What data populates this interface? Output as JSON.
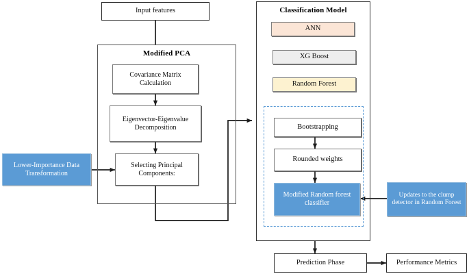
{
  "diagram": {
    "type": "flowchart",
    "title_visible": false,
    "background": "#ffffff",
    "colors": {
      "blue_fill": "#5b9bd5",
      "blue_dashed_border": "#5b9bd5",
      "peach_fill": "#fbe5d6",
      "gray_fill": "#eeeeee",
      "cream_fill": "#fdf2d0",
      "stroke": "#2b2b2b",
      "group_stroke": "#555555"
    }
  },
  "nodes": {
    "input_features": "Input features",
    "modified_pca_title": "Modified PCA",
    "covariance_matrix": "Covariance Matrix Calculation",
    "eigen_decomposition": "Eigenvector-Eigenvalue Decomposition",
    "selecting_pc": "Selecting Principal Components:",
    "lower_importance": "Lower-Importance  Data Transformation",
    "classification_model_title": "Classification Model",
    "ann": "ANN",
    "xg_boost": "XG Boost",
    "random_forest": "Random Forest",
    "bootstrapping": "Bootstrapping",
    "rounded_weights": "Rounded weights",
    "modified_rf_classifier": "Modified Random forest classifier",
    "updates_clump": "Updates to the clump detector in Random Forest",
    "prediction_phase": "Prediction Phase",
    "performance_metrics": "Performance Metrics"
  },
  "edges": [
    {
      "from": "input_features",
      "to": "modified_pca_title",
      "style": "solid"
    },
    {
      "from": "covariance_matrix",
      "to": "eigen_decomposition",
      "style": "arrow"
    },
    {
      "from": "eigen_decomposition",
      "to": "selecting_pc",
      "style": "arrow"
    },
    {
      "from": "lower_importance",
      "to": "selecting_pc",
      "style": "arrow"
    },
    {
      "from": "selecting_pc",
      "to": "classification_model_title",
      "style": "arrow"
    },
    {
      "from": "bootstrapping",
      "to": "rounded_weights",
      "style": "arrow"
    },
    {
      "from": "rounded_weights",
      "to": "modified_rf_classifier",
      "style": "arrow"
    },
    {
      "from": "updates_clump",
      "to": "modified_rf_classifier",
      "style": "arrow"
    },
    {
      "from": "classification_model_title",
      "to": "prediction_phase",
      "style": "arrow"
    },
    {
      "from": "prediction_phase",
      "to": "performance_metrics",
      "style": "arrow"
    }
  ]
}
